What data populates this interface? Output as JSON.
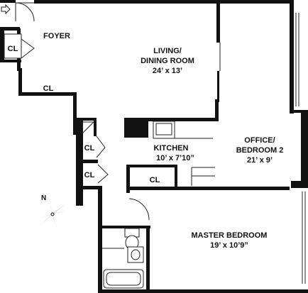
{
  "rooms": {
    "foyer": {
      "name": "FOYER"
    },
    "living": {
      "name_line1": "LIVING/",
      "name_line2": "DINING ROOM",
      "dims": "24’ x 13’"
    },
    "kitchen": {
      "name": "KITCHEN",
      "dims": "10’ x 7’10”"
    },
    "office": {
      "name_line1": "OFFICE/",
      "name_line2": "BEDROOM 2",
      "dims": "21’ x 9’"
    },
    "master": {
      "name": "MASTER BEDROOM",
      "dims": "19’ x 10’9”"
    }
  },
  "closets": {
    "foyer_closet": "CL",
    "hall_closet": "CL",
    "kitchen_closet_upper": "CL",
    "kitchen_closet_lower": "CL",
    "bedroom_closet": "CL"
  },
  "compass": {
    "north_label": "N"
  },
  "icons": {
    "entry": "entry-arrow-icon",
    "compass": "compass-rose-icon"
  },
  "colors": {
    "walls": "#111111",
    "background": "#ffffff"
  }
}
